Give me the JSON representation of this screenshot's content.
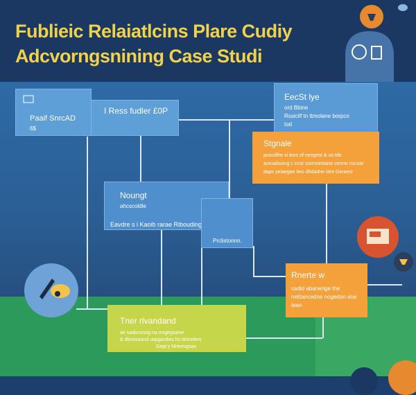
{
  "title": {
    "line1": "Fublieic Relaiatlcins Plare Cudiy",
    "line2": "Adcvorngsnining Case Studi"
  },
  "box_left": {
    "heading": "Paaif SnrcAD",
    "sub": "6$"
  },
  "box_top_mid": {
    "text": "I Ress fudler £0P"
  },
  "box_right": {
    "heading": "EecSt lye",
    "line1": "ord Bbine",
    "line2": "Rssiclif tn ttmolane borpcn",
    "line3": "tod"
  },
  "box_orange_top": {
    "heading": "Stgnale",
    "line1": "poscdihe si teos of neogest & oo tds",
    "line2": "aoicadsoing c ecor commintiane cerrne nscoar",
    "line3": "daps yeiaegae tieo dhdadne otre Geraes!"
  },
  "box_mid": {
    "heading": "Noungt",
    "sub": "ahcscoldle",
    "line": "Eavdre s i Kaoib rarae Ribouding"
  },
  "box_small": {
    "text": "Prclistonnn."
  },
  "box_orange_bottom": {
    "heading": "Rnerte w",
    "line1": "cadid abanenge the",
    "line2": "nelitancedne nogedon ane",
    "line3": "tean"
  },
  "box_green": {
    "heading": "Tner rlvandand",
    "line1": "ae sadoconng na rrogegsaive",
    "line2": "& dbnosaand uopgardies hs dnirstiers",
    "line3": "Gepl y NHemigsas"
  },
  "colors": {
    "accent_yellow": "#f1d34b",
    "blue_box": "#5b9bd5",
    "orange_box": "#f4a13c",
    "green_box": "#c6d64a"
  },
  "icons": [
    "light-bulb-icon",
    "head-silhouette-icon",
    "calculator-icon",
    "presentation-icon",
    "pen-tool-icon"
  ]
}
